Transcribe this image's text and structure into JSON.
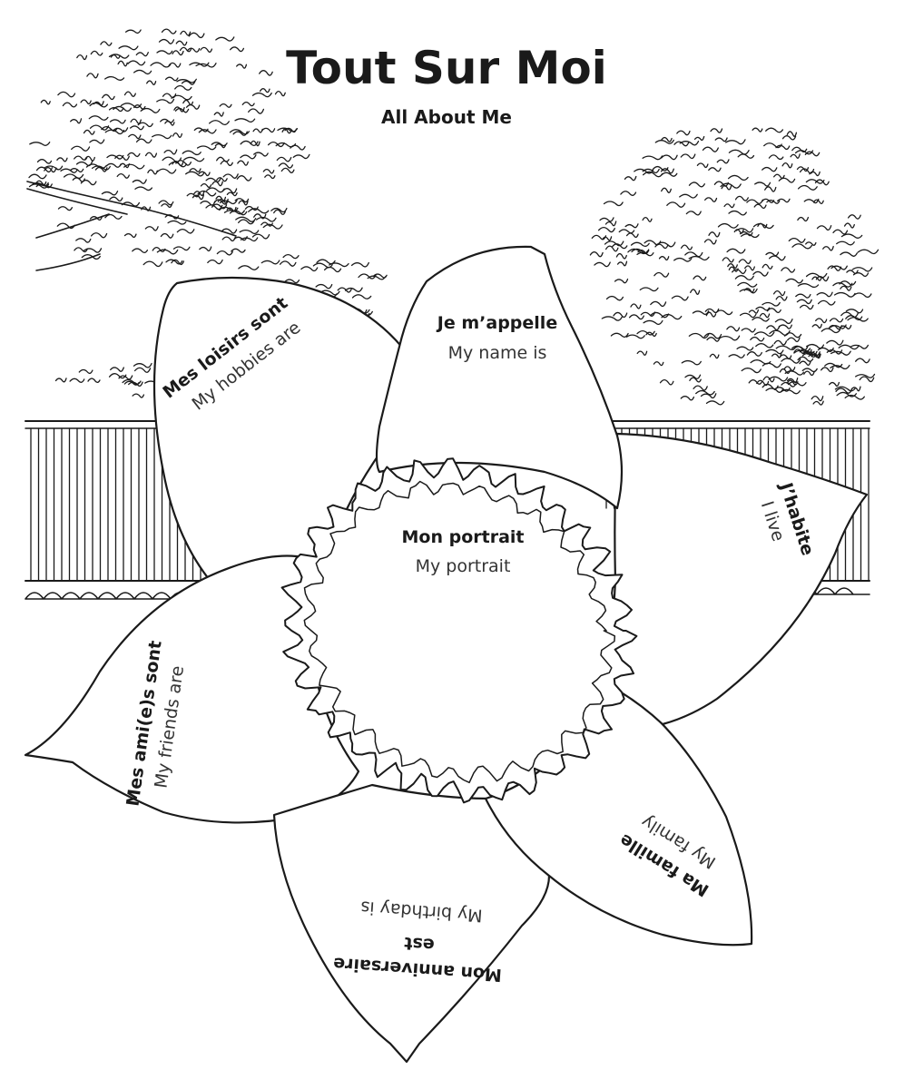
{
  "header": {
    "title": "Tout Sur Moi",
    "subtitle": "All About Me"
  },
  "center": {
    "label_fr": "Mon portrait",
    "label_en": "My portrait"
  },
  "petals": {
    "name": {
      "fr": "Je m’appelle",
      "en": "My name is"
    },
    "hobbies": {
      "fr": "Mes loisirs sont",
      "en": "My hobbies are"
    },
    "live": {
      "fr": "J’habite",
      "en": "I live"
    },
    "friends": {
      "fr": "Mes ami(e)s sont",
      "en": "My friends are"
    },
    "family": {
      "fr": "Ma famille",
      "en": "My family"
    },
    "birthday": {
      "fr1": "Mon anniversaire",
      "fr2": "est",
      "en": "My birthday is"
    }
  }
}
